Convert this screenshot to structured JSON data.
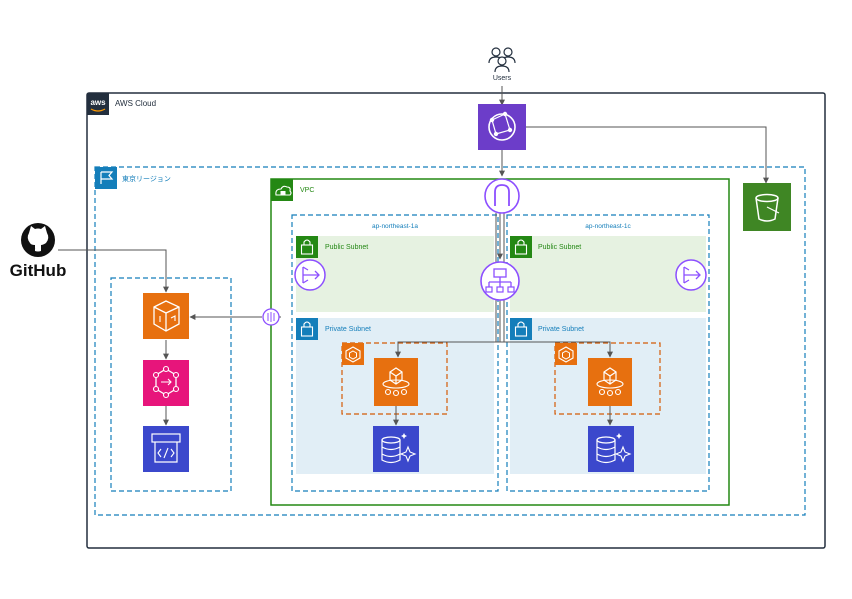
{
  "users": {
    "label": "Users"
  },
  "aws_cloud": {
    "label": "AWS Cloud",
    "logo_text": "aws"
  },
  "region": {
    "label": "東京リージョン"
  },
  "vpc": {
    "label": "VPC"
  },
  "az_left": {
    "label": "ap-northeast-1a"
  },
  "az_right": {
    "label": "ap-northeast-1c"
  },
  "public_subnet_left": {
    "label": "Public Subnet"
  },
  "public_subnet_right": {
    "label": "Public Subnet"
  },
  "private_subnet_left": {
    "label": "Private Subnet"
  },
  "private_subnet_right": {
    "label": "Private Subnet"
  },
  "github": {
    "label": "GitHub"
  },
  "colors": {
    "aws_border": "#232F3E",
    "region_border": "#147EBA",
    "vpc_border": "#248814",
    "az_border": "#147EBA",
    "public_subnet_fill": "#E6F2E1",
    "private_subnet_fill": "#E1EEF6",
    "network_purple": "#8C4FFF",
    "cloudfront_purple": "#6C3DC9",
    "storage_green": "#3F8624",
    "compute_orange": "#E7700F",
    "integration_pink": "#E7157B",
    "database_blue": "#3B48CC",
    "container_orange": "#D45B07",
    "connector_gray": "#555555"
  },
  "icons": [
    "users-icon",
    "cloudfront-icon",
    "s3-bucket-icon",
    "internet-gateway-icon",
    "application-load-balancer-icon",
    "nat-gateway-icon",
    "ecs-service-icon",
    "fargate-task-icon",
    "aurora-database-icon",
    "ecr-icon",
    "eventbridge-icon",
    "codebuild-icon",
    "privatelink-endpoint-icon",
    "github-logo-icon"
  ]
}
